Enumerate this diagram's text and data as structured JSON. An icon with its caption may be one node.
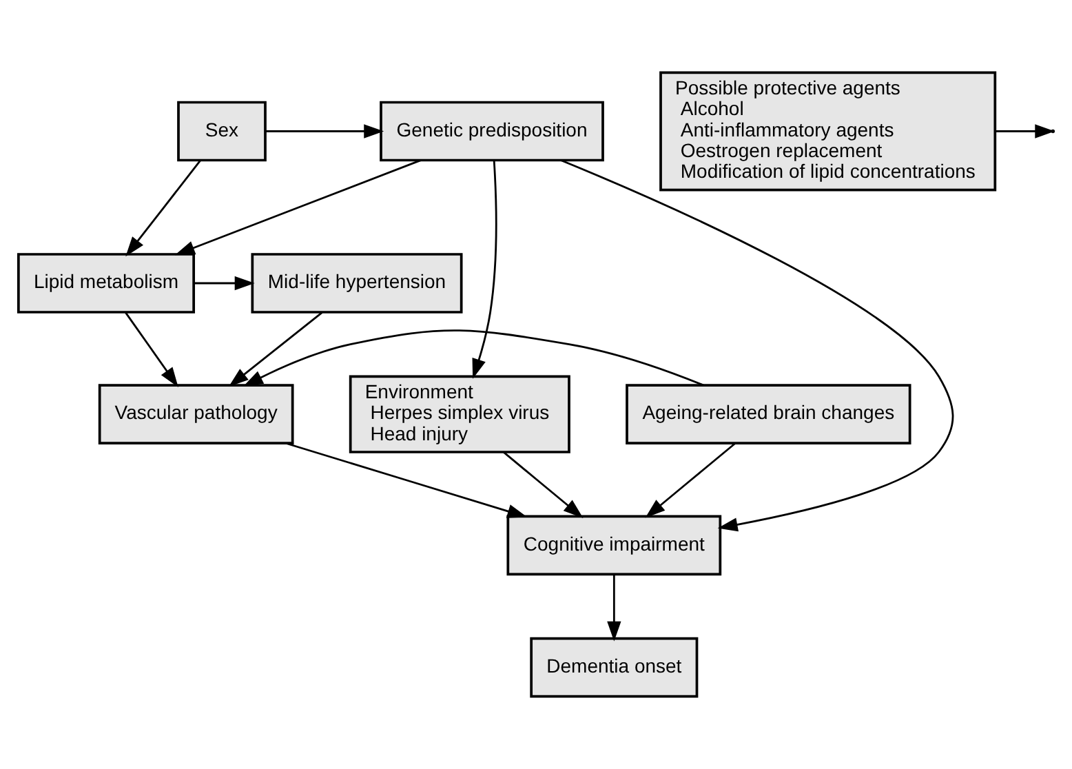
{
  "diagram": {
    "nodes": [
      {
        "text": [
          "Sex"
        ]
      },
      {
        "text": [
          "Genetic predisposition"
        ]
      },
      {
        "text": [
          "Mid-life hypertension"
        ]
      },
      {
        "text": [
          "Lipid metabolism"
        ]
      },
      {
        "text": [
          "Ageing-related brain changes"
        ]
      },
      {
        "text": [
          "Vascular pathology"
        ]
      },
      {
        "text": [
          "Environment",
          "Herpes simplex virus",
          "Head injury"
        ]
      },
      {
        "text": [
          "Cognitive impairment"
        ]
      },
      {
        "text": [
          "Possible protective agents",
          "Alcohol",
          "Anti-inflammatory agents",
          "Oestrogen replacement",
          "Modification of lipid concentrations"
        ]
      },
      {
        "text": [
          "Dementia onset"
        ]
      }
    ],
    "edges": [
      {
        "from": 0,
        "to": 1,
        "arrow": "to"
      },
      {
        "from": 0,
        "to": 3,
        "arrow": "to"
      },
      {
        "from": 1,
        "to": 3,
        "arrow": "to"
      },
      {
        "from": 3,
        "to": 2,
        "arrow": "to"
      },
      {
        "from": 1,
        "to": 6,
        "arrow": "to"
      },
      {
        "from": 1,
        "to": 7,
        "arrow": "to"
      },
      {
        "from": 2,
        "to": 5,
        "arrow": "to"
      },
      {
        "from": 3,
        "to": 5,
        "arrow": "to"
      },
      {
        "from": 4,
        "to": 5,
        "arrow": "to"
      },
      {
        "from": 4,
        "to": 7,
        "arrow": "to"
      },
      {
        "from": 5,
        "to": 7,
        "arrow": "to"
      },
      {
        "from": 6,
        "to": 7,
        "arrow": "to"
      },
      {
        "from": 7,
        "to": 9,
        "arrow": "to"
      },
      {
        "from": 8,
        "to": null,
        "arrow": "to"
      }
    ]
  }
}
